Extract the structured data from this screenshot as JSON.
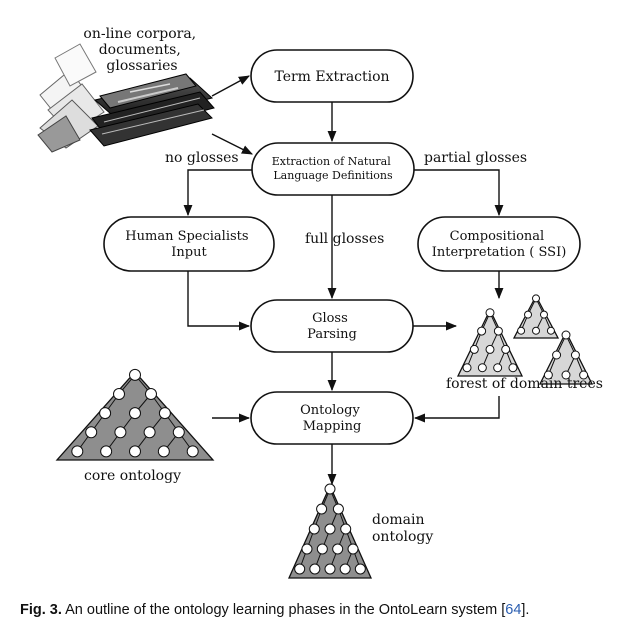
{
  "diagram": {
    "source_label": [
      "on-line corpora,",
      "documents,",
      "glossaries"
    ],
    "nodes": {
      "term_extraction": [
        "Term Extraction"
      ],
      "extraction_defs": [
        "Extraction of Natural",
        "Language Definitions"
      ],
      "human_specialists": [
        "Human Specialists",
        "Input"
      ],
      "compositional": [
        "Compositional",
        "Interpretation ( SSI)"
      ],
      "gloss_parsing": [
        "Gloss",
        "Parsing"
      ],
      "ontology_mapping": [
        "Ontology",
        "Mapping"
      ]
    },
    "edge_labels": {
      "no_glosses": "no glosses",
      "partial_glosses": "partial glosses",
      "full_glosses": "full glosses"
    },
    "tree_labels": {
      "forest": "forest of domain trees",
      "core": "core ontology",
      "domain": [
        "domain",
        "ontology"
      ]
    }
  },
  "caption": {
    "fig": "Fig. 3.",
    "text": "An outline of the ontology learning phases in the OntoLearn system [",
    "ref": "64",
    "end": "]."
  }
}
